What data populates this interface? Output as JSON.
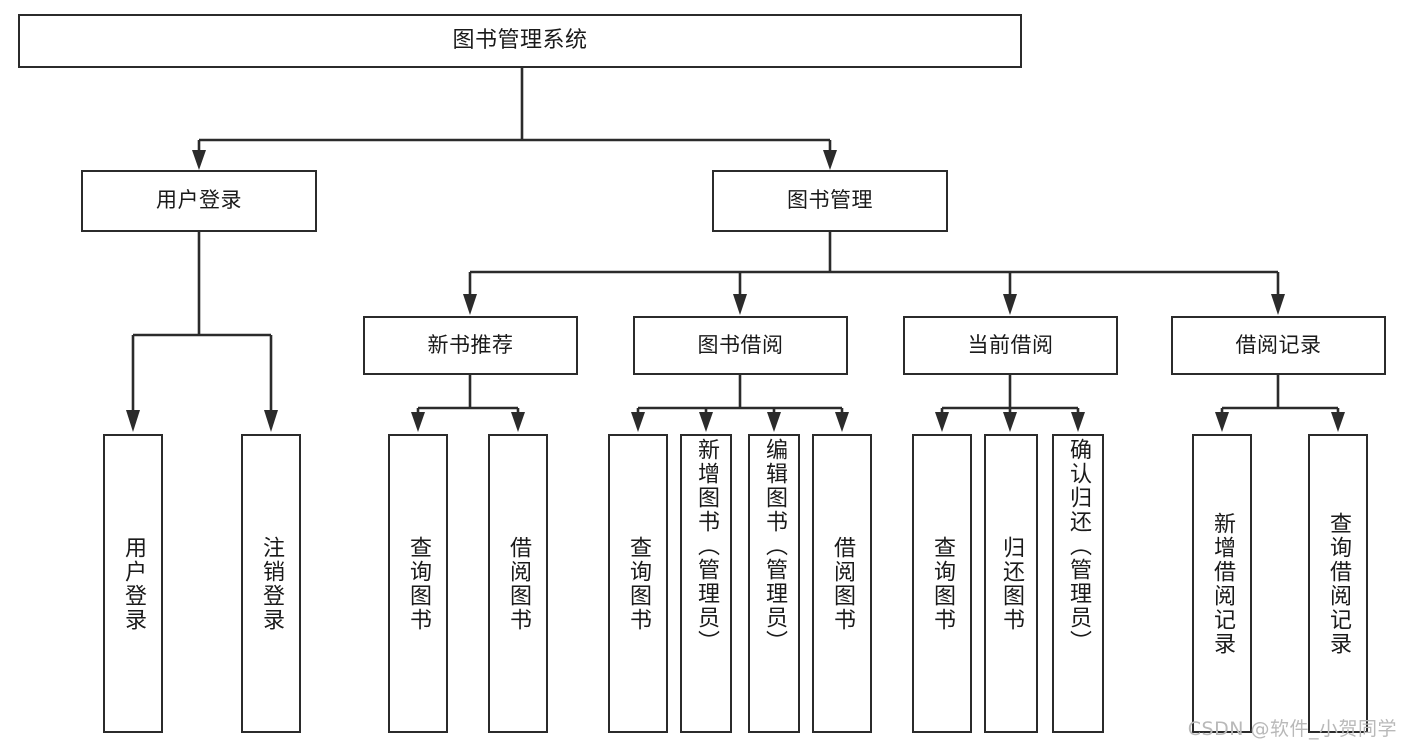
{
  "diagram": {
    "title": "图书管理系统",
    "type": "tree",
    "stroke_color": "#2b2b2b",
    "background_color": "#ffffff",
    "watermark": "CSDN @软件_小贺同学",
    "nodes": {
      "root": {
        "label": "图书管理系统"
      },
      "level2": [
        {
          "id": "user-login",
          "label": "用户登录"
        },
        {
          "id": "book-manage",
          "label": "图书管理"
        }
      ],
      "level3": [
        {
          "id": "new-book-rec",
          "label": "新书推荐"
        },
        {
          "id": "book-borrow",
          "label": "图书借阅"
        },
        {
          "id": "current-borrow",
          "label": "当前借阅"
        },
        {
          "id": "borrow-record",
          "label": "借阅记录"
        }
      ],
      "leaves": [
        {
          "id": "leaf-user-login",
          "label": "用户登录",
          "parent": "user-login"
        },
        {
          "id": "leaf-user-logout",
          "label": "注销登录",
          "parent": "user-login"
        },
        {
          "id": "leaf-query-book-1",
          "label": "查询图书",
          "parent": "new-book-rec"
        },
        {
          "id": "leaf-borrow-book-1",
          "label": "借阅图书",
          "parent": "new-book-rec"
        },
        {
          "id": "leaf-query-book-2",
          "label": "查询图书",
          "parent": "book-borrow"
        },
        {
          "id": "leaf-add-book",
          "label": "新增图书（管理员）",
          "parent": "book-borrow"
        },
        {
          "id": "leaf-edit-book",
          "label": "编辑图书（管理员）",
          "parent": "book-borrow"
        },
        {
          "id": "leaf-borrow-book-2",
          "label": "借阅图书",
          "parent": "book-borrow"
        },
        {
          "id": "leaf-query-book-3",
          "label": "查询图书",
          "parent": "current-borrow"
        },
        {
          "id": "leaf-return-book",
          "label": "归还图书",
          "parent": "current-borrow"
        },
        {
          "id": "leaf-confirm-return",
          "label": "确认归还（管理员）",
          "parent": "current-borrow"
        },
        {
          "id": "leaf-add-record",
          "label": "新增借阅记录",
          "parent": "borrow-record"
        },
        {
          "id": "leaf-query-record",
          "label": "查询借阅记录",
          "parent": "borrow-record"
        }
      ]
    }
  }
}
